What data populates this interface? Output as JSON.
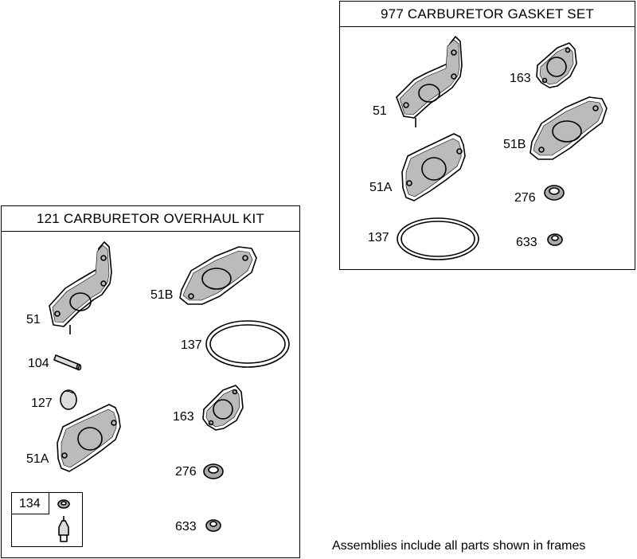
{
  "gasket_set": {
    "title": "977 CARBURETOR GASKET SET",
    "labels": {
      "p51": "51",
      "p163": "163",
      "p51b": "51B",
      "p51a": "51A",
      "p276": "276",
      "p137": "137",
      "p633": "633"
    }
  },
  "overhaul_kit": {
    "title": "121 CARBURETOR OVERHAUL KIT",
    "labels": {
      "p51": "51",
      "p51b": "51B",
      "p104": "104",
      "p137": "137",
      "p127": "127",
      "p163": "163",
      "p51a": "51A",
      "p276": "276",
      "p134": "134",
      "p633": "633"
    }
  },
  "footer_note": "Assemblies include all parts shown in frames"
}
